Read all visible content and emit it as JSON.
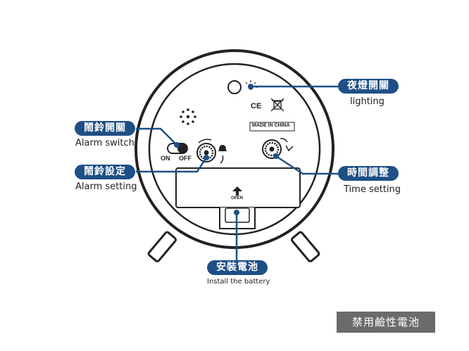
{
  "callouts": {
    "lighting": {
      "zh": "夜燈開關",
      "en": "lighting"
    },
    "alarm_switch": {
      "zh": "鬧鈴開關",
      "en": "Alarm switch"
    },
    "alarm_setting": {
      "zh": "鬧鈴設定",
      "en": "Alarm setting"
    },
    "time_setting": {
      "zh": "時間調整",
      "en": "Time setting"
    },
    "battery": {
      "zh": "安裝電池",
      "en": "Install  the  battery"
    }
  },
  "labels": {
    "on": "ON",
    "off": "OFF",
    "made_in": "MADE IN CHINA",
    "ce": "CE",
    "open": "OPEN"
  },
  "footer_tag": "禁用鹼性電池",
  "colors": {
    "accent": "#1e4f86",
    "tag": "#6b6b6b",
    "outline": "#222222"
  },
  "icons": [
    "light-bulb-icon",
    "weee-bin-icon",
    "speaker-grille-icon",
    "open-arrow-icon",
    "alarm-bell-icon",
    "rotate-arrow-icon"
  ]
}
